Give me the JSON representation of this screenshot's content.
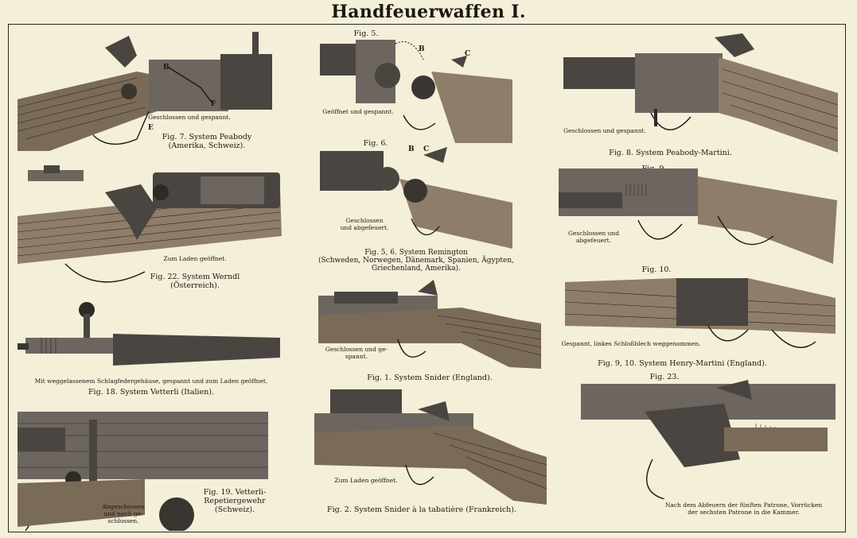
{
  "title": "Handfeuerwaffen I.",
  "figures": [
    {
      "id": "fig7",
      "inner": "Geschlossen und gespannt.",
      "caption": "Fig. 7.  System Peabody\n(Amerika, Schweiz).",
      "letters": [
        "B",
        "F",
        "E"
      ]
    },
    {
      "id": "fig22",
      "inner": "Zum Laden geöffnet.",
      "caption": "Fig. 22.  System Werndl\n(Österreich)."
    },
    {
      "id": "fig18",
      "inner": "Mit weggelassenem Schlagfedergehäuse, gespannt und zum Laden geöffnet.",
      "caption": "Fig. 18.  System Vetterli (Italien)."
    },
    {
      "id": "fig19",
      "inner": "Abgeschossen\nund noch ge-\nschlossen.",
      "caption": "Fig. 19.  Vetterli-\nRepetiergewehr\n(Schweiz)."
    },
    {
      "id": "fig5",
      "label": "Fig. 5.",
      "inner": "Geöffnet und gespannt.",
      "letters": [
        "B",
        "C"
      ]
    },
    {
      "id": "fig6",
      "label": "Fig. 6.",
      "inner": "Geschlossen\nund abgefeuert.",
      "letters": [
        "B",
        "C"
      ]
    },
    {
      "id": "fig56",
      "caption": "Fig. 5, 6.  System Remington\n(Schweden, Norwegen, Dänemark, Spanien, Ägypten,\nGriechenland, Amerika)."
    },
    {
      "id": "fig1",
      "inner": "Geschlossen und ge-\nspannt.",
      "caption": "Fig. 1.  System Snider (England)."
    },
    {
      "id": "fig2",
      "inner": "Zum Laden geöffnet.",
      "caption": "Fig. 2.  System Snider à la tabatière (Frankreich)."
    },
    {
      "id": "fig8",
      "inner": "Geschlossen und gespannt.",
      "caption": "Fig. 8.  System Peabody-Martini."
    },
    {
      "id": "fig9",
      "label": "Fig. 9.",
      "inner": "Geschlossen und\nabgefeuert."
    },
    {
      "id": "fig10",
      "label": "Fig. 10.",
      "inner": "Gespannt, linkes Schloßblech weggenommen."
    },
    {
      "id": "fig910",
      "caption": "Fig. 9, 10.  System Henry-Martini (England)."
    },
    {
      "id": "fig23",
      "label": "Fig. 23.",
      "inner": "Nach dem Abfeuern der fünften Patrone, Vorrücken\nder sechsten Patrone in die Kammer."
    }
  ]
}
